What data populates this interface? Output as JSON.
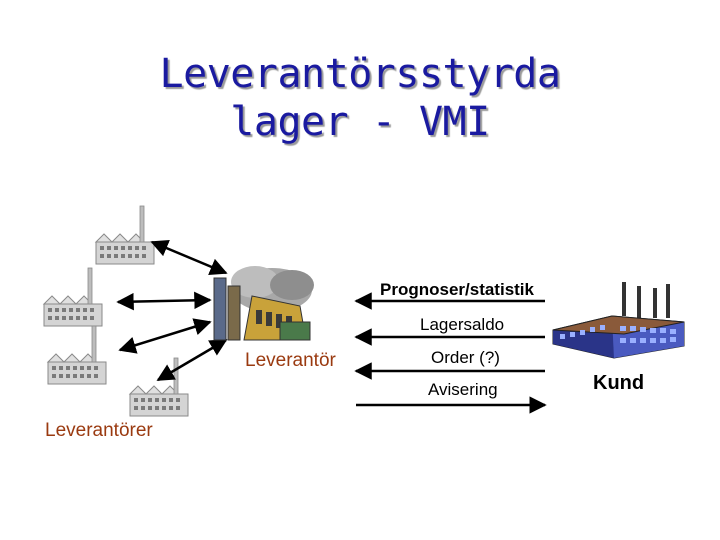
{
  "title": {
    "line1": "Leverantörsstyrda",
    "line2": "lager - VMI"
  },
  "flows": {
    "prognoser": "Prognoser/statistik",
    "lagersaldo": "Lagersaldo",
    "order": "Order (?)",
    "avisering": "Avisering"
  },
  "nodes": {
    "supplier": "Leverantör",
    "suppliers": "Leverantörer",
    "customer": "Kund"
  },
  "colors": {
    "title": "#1a1aa0",
    "node_label": "#9a3a10",
    "arrow": "#000000",
    "factory_grey": "#c8c8c8"
  },
  "icons": {
    "small_factory": "grey-factory-icon",
    "supplier_plant": "industrial-plant-icon",
    "customer_plant": "blue-factory-icon"
  }
}
